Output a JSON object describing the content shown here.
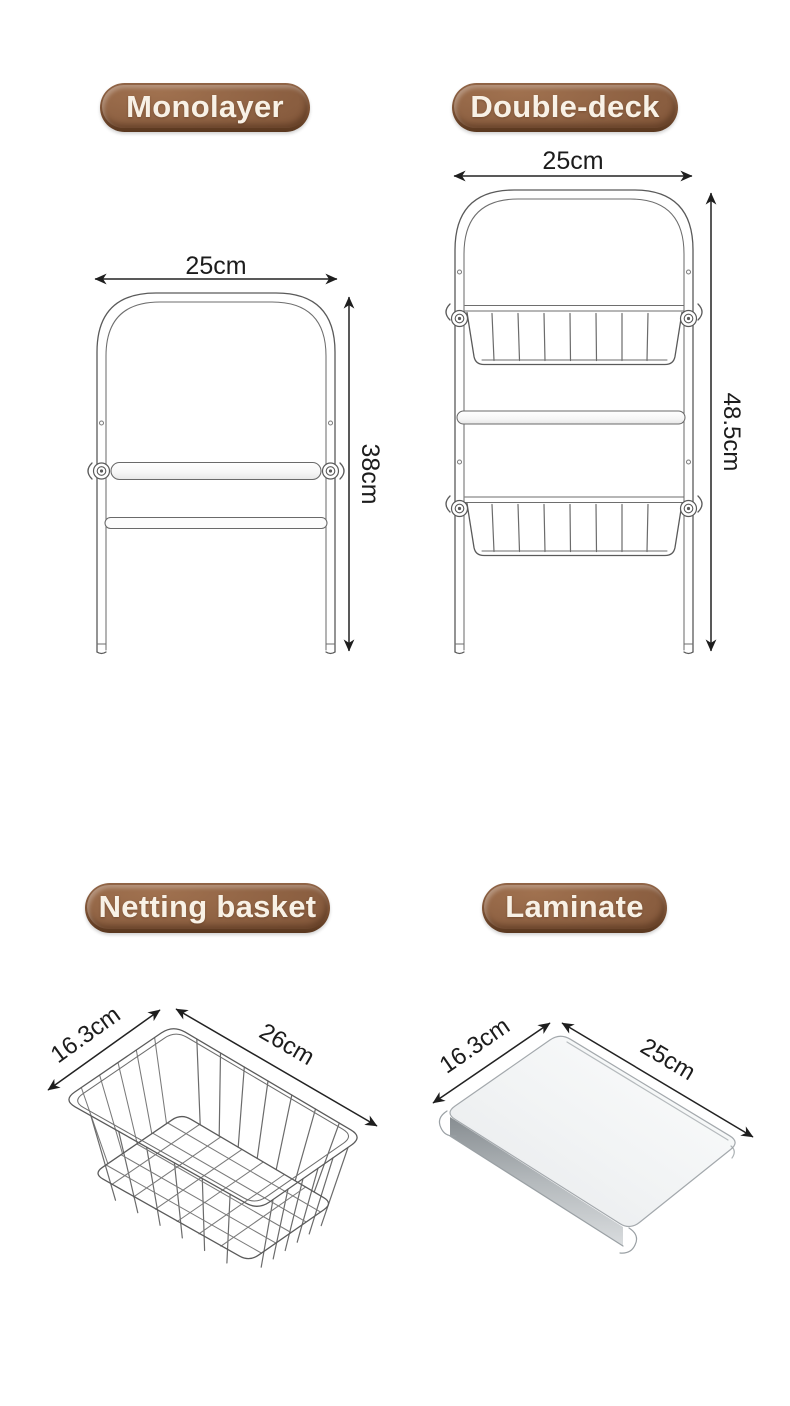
{
  "variants": {
    "monolayer": {
      "label": "Monolayer",
      "dims": {
        "width": "25cm",
        "height": "38cm"
      }
    },
    "double_deck": {
      "label": "Double-deck",
      "dims": {
        "width": "25cm",
        "height": "48.5cm"
      }
    },
    "netting_basket": {
      "label": "Netting basket",
      "dims": {
        "depth": "16.3cm",
        "width": "26cm"
      }
    },
    "laminate": {
      "label": "Laminate",
      "dims": {
        "depth": "16.3cm",
        "width": "25cm"
      }
    }
  },
  "colors": {
    "background": "#ffffff",
    "badge_brown": "#8a5e40",
    "badge_text": "#f8f1e6",
    "line_art": "#5a5a5a",
    "dimension_text": "#1c1c1c"
  }
}
